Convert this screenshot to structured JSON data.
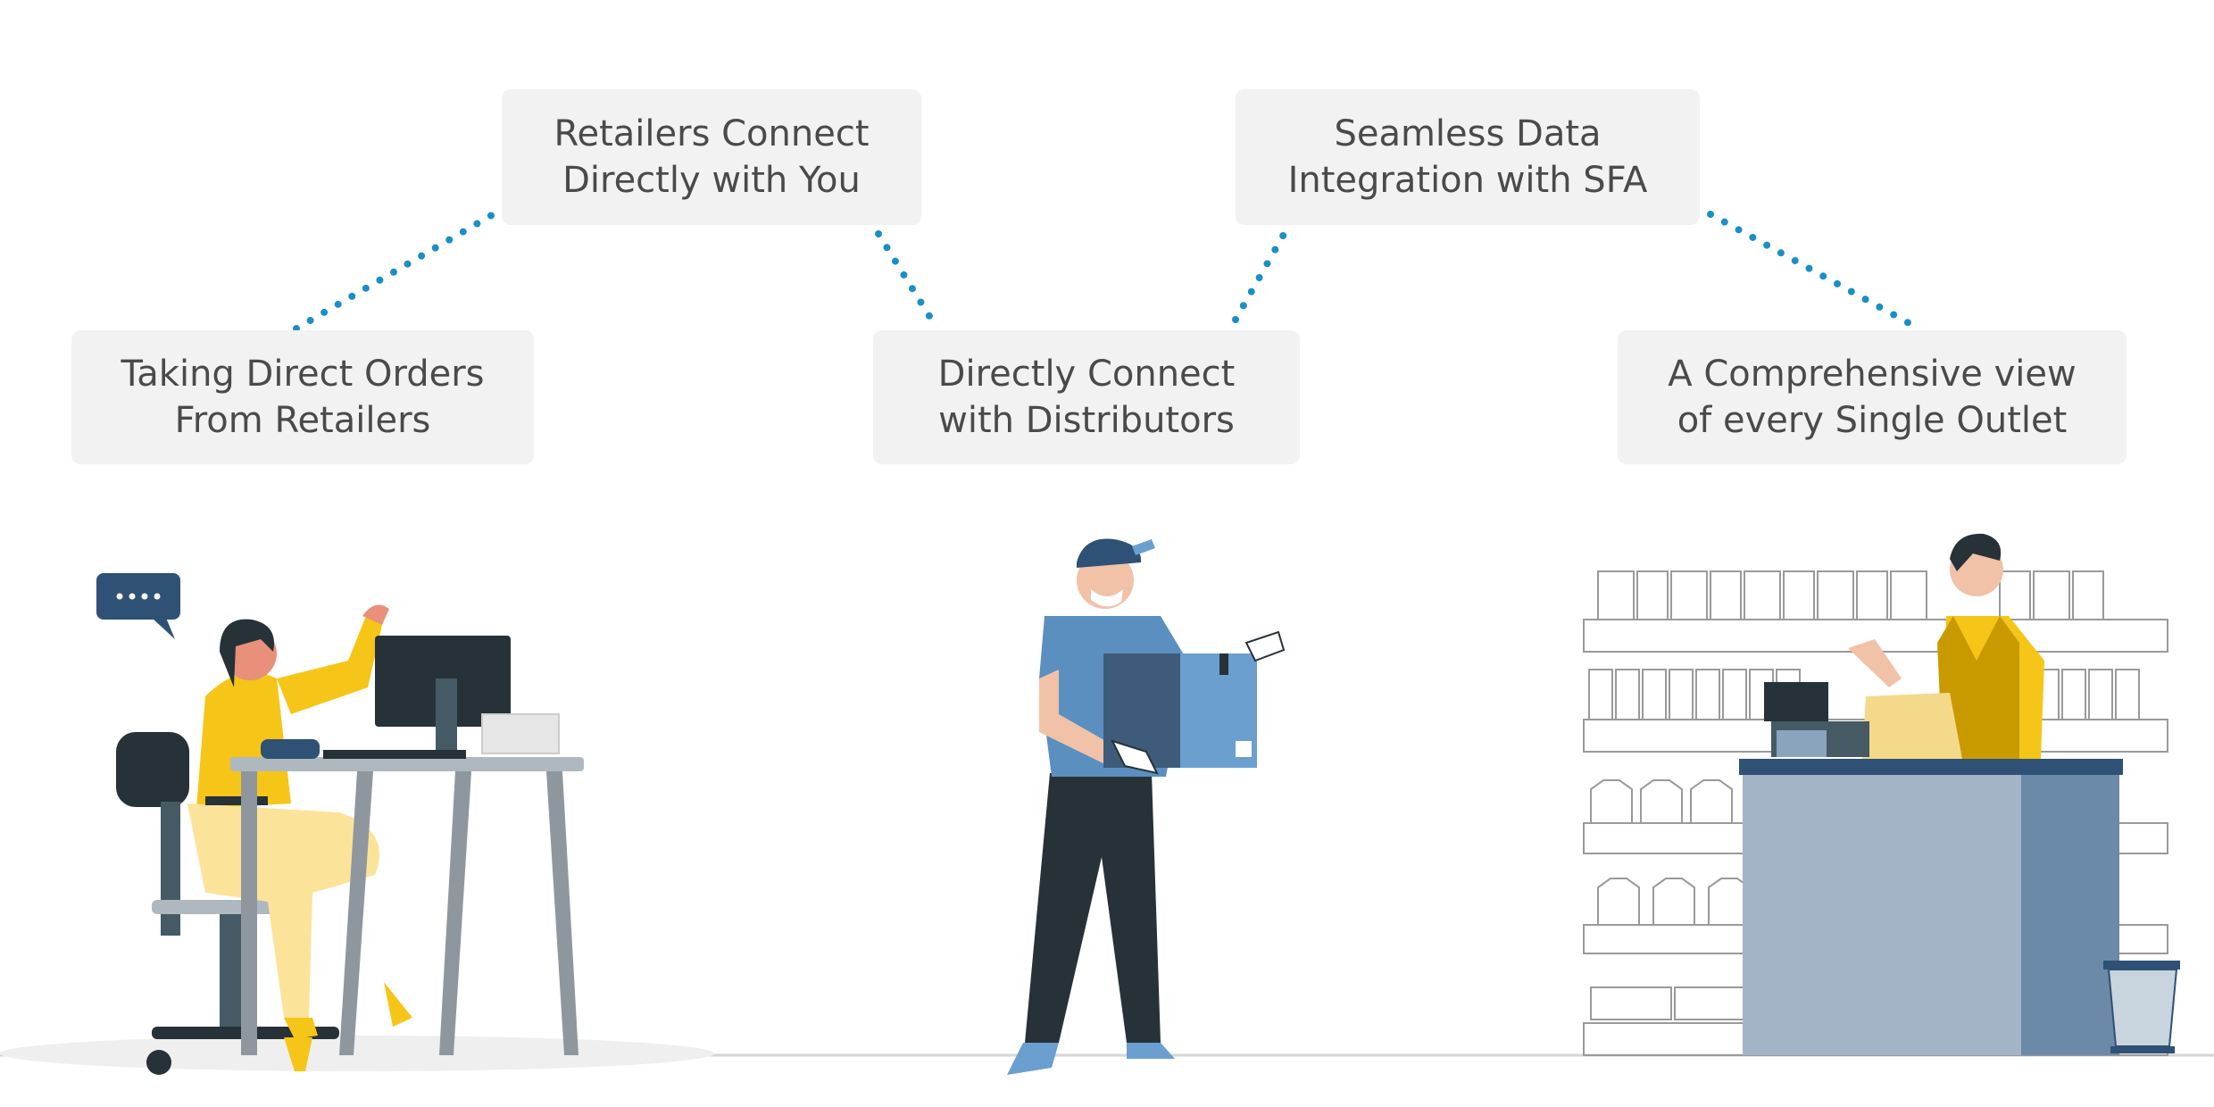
{
  "boxes": {
    "retailers_connect": "Retailers Connect\nDirectly with You",
    "seamless_data": "Seamless Data\nIntegration with SFA",
    "taking_orders": "Taking Direct Orders\nFrom Retailers",
    "connect_distributors": "Directly Connect\nwith Distributors",
    "comprehensive_view": "A Comprehensive view\nof every Single Outlet"
  },
  "illustrations": {
    "left": "call-center-agent-at-desk",
    "center": "delivery-man-with-box",
    "right": "shopkeeper-at-store-counter"
  },
  "colors": {
    "box_bg": "#f2f2f2",
    "text": "#4a4a4a",
    "dots": "#1a8fc6",
    "accent_yellow": "#f5c518",
    "accent_blue": "#5b8fbf"
  }
}
